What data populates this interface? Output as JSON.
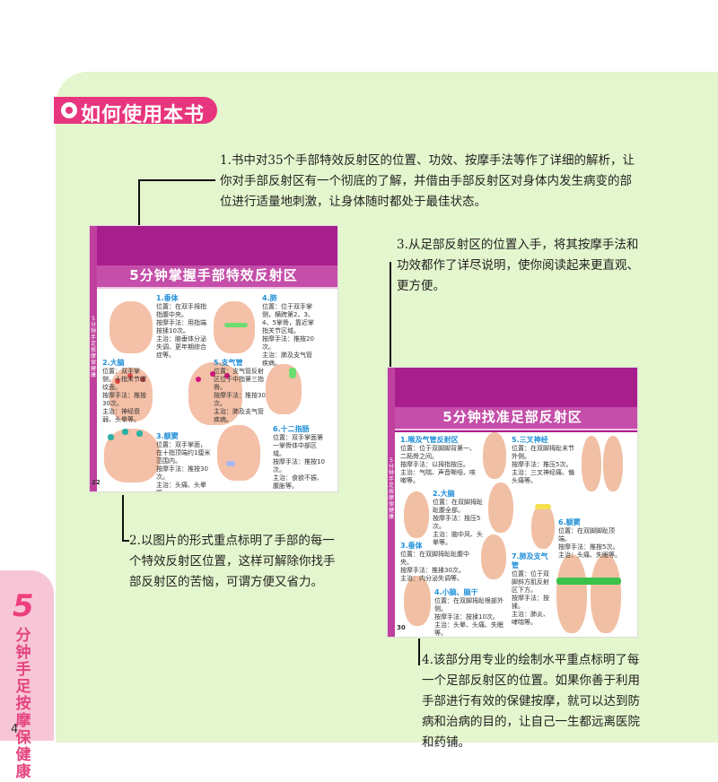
{
  "side": {
    "big5": "5",
    "vertical_text": "分钟手足按摩保健康",
    "page_number": "4"
  },
  "title": "如何使用本书",
  "paragraphs": [
    "1.书中对35个手部特效反射区的位置、功效、按摩手法等作了详细的解析，让你对手部反射区有一个彻底的了解，并借由手部反射区对身体内发生病变的部位进行适量地刺激，让身体随时都处于最佳状态。",
    "3.从足部反射区的位置入手，将其按摩手法和功效都作了详尽说明，使你阅读起来更直观、更方便。",
    "2.以图片的形式重点标明了手部的每一个特效反射区位置，这样可解除你找手部反射区的苦恼，可谓方便又省力。",
    "4.该部分用专业的绘制水平重点标明了每一个足部反射区的位置。如果你善于利用手部进行有效的保健按摩，就可以达到防病和治病的目的，让自己一生都远离医院和药铺。"
  ],
  "hand_page": {
    "header": "5分钟掌握手部特效反射区",
    "items": [
      "1.垂体",
      "4.肺",
      "2.大脑",
      "5.支气管",
      "3.额窦",
      "6.十二指肠"
    ],
    "page": "22",
    "stripe": "5分钟手足按摩保健康"
  },
  "foot_page": {
    "header": "5分钟找准足部反射区",
    "items": [
      "1.喉及气管反射区",
      "5.三叉神经",
      "2.大脑",
      "6.额窦",
      "3.垂体",
      "7.肺及支气管",
      "4.小脑、脑干"
    ],
    "page": "30",
    "stripe": "5分钟手足按摩保健康"
  },
  "colors": {
    "panel": "#e4f6cd",
    "accent": "#e7367d",
    "thumb_header": "#a81e8c",
    "side_tab": "#f7c6d6"
  }
}
